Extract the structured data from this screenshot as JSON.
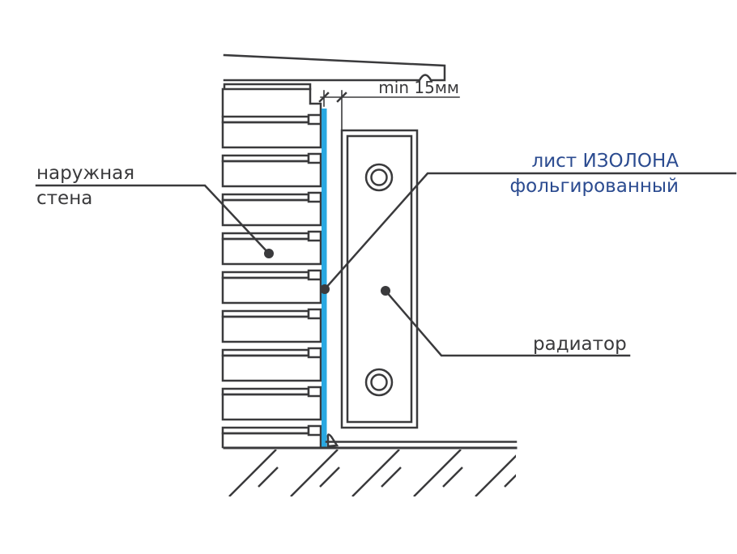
{
  "diagram": {
    "labels": {
      "outer_wall_line1": "наружная",
      "outer_wall_line2": "стена",
      "izolon_line1": "лист ИЗОЛОНА",
      "izolon_line2": "фольгированный",
      "radiator": "радиатор",
      "min_gap": "min 15мм"
    },
    "colors": {
      "line": "#3a3a3c",
      "izolon_sheet": "#29a8e1",
      "izolon_label": "#2b4b90",
      "background": "#ffffff"
    }
  }
}
